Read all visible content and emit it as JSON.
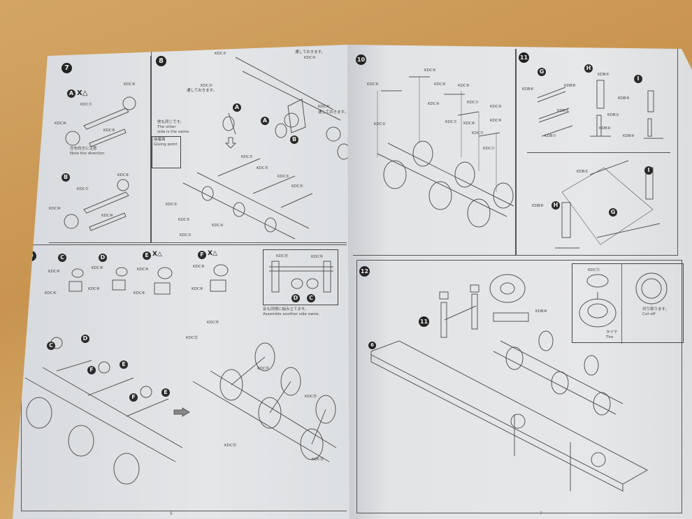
{
  "left_page": {
    "page_number": "6",
    "step7": {
      "number": "7",
      "sub_a": "A",
      "sub_b": "B",
      "x_mark": "X△",
      "labels": [
        "KDC⑥",
        "KDC⑦",
        "KDC⑩",
        "KDC⑨",
        "KDC⑥",
        "KDC⑦",
        "KDC⑩",
        "KDC⑩"
      ],
      "note_jp": "左右向きに注意",
      "note_en": "Note the direction"
    },
    "step8": {
      "number": "8",
      "sub_a": "A",
      "sub_b": "B",
      "labels": [
        "KDC③",
        "KDC③",
        "KDC④",
        "KDC④",
        "KDC⑤",
        "KDC⑤",
        "KDC⑤",
        "KDC⑤",
        "KDC⑤",
        "KDC⑤",
        "KDC④",
        "KDC⑤"
      ],
      "through_note": "通しておきます。",
      "other_side_jp": "他も同じです。",
      "other_side_en1": "The other",
      "other_side_en2": "side is the same.",
      "gluing_jp": "接着面",
      "gluing_en": "Gluing point"
    },
    "step9": {
      "number": "9",
      "subs": [
        "C",
        "D",
        "E",
        "F"
      ],
      "x_mark": "X△",
      "labels": [
        "KDC⑧",
        "KDC⑧",
        "KDC⑧",
        "KDC⑧",
        "KDC⑧",
        "KDC⑧",
        "KDC⑧",
        "KDC⑧",
        "KDC⑬",
        "KDC⑭",
        "KDC⑭",
        "KDC⑫",
        "KDC⑭",
        "KDC⑬",
        "KDC⑬",
        "KDC⑬"
      ],
      "assemble_jp": "反も同様に組み立てます。",
      "assemble_en": "Assemble another side same."
    }
  },
  "right_page": {
    "page_number": "7",
    "step10": {
      "number": "10",
      "labels": [
        "KDC⑨",
        "KDC⑨",
        "KDC⑨",
        "KDC⑨",
        "KDC④",
        "KDC⑨",
        "KDC⑦",
        "KDC⑦",
        "KDC⑥",
        "KDC⑨",
        "KDC⑦",
        "KDC⑦",
        "KDC②"
      ]
    },
    "step11": {
      "number": "11",
      "subs": [
        "G",
        "H",
        "I"
      ],
      "labels": [
        "KDB⑥",
        "KDB③",
        "KDB⑦",
        "KDB⑧",
        "KDB⑤",
        "KDB④",
        "KDB⑨",
        "KDB①",
        "KDB④",
        "KDB②",
        "KDB⑧"
      ]
    },
    "step12": {
      "number": "12",
      "ref11": "11",
      "ref6": "6",
      "labels": [
        "KDB⑩",
        "KDC⑪"
      ],
      "cut_jp": "切り取ります。",
      "cut_en": "Cut off",
      "tire_jp": "タイヤ",
      "tire_en": "Tire"
    }
  }
}
